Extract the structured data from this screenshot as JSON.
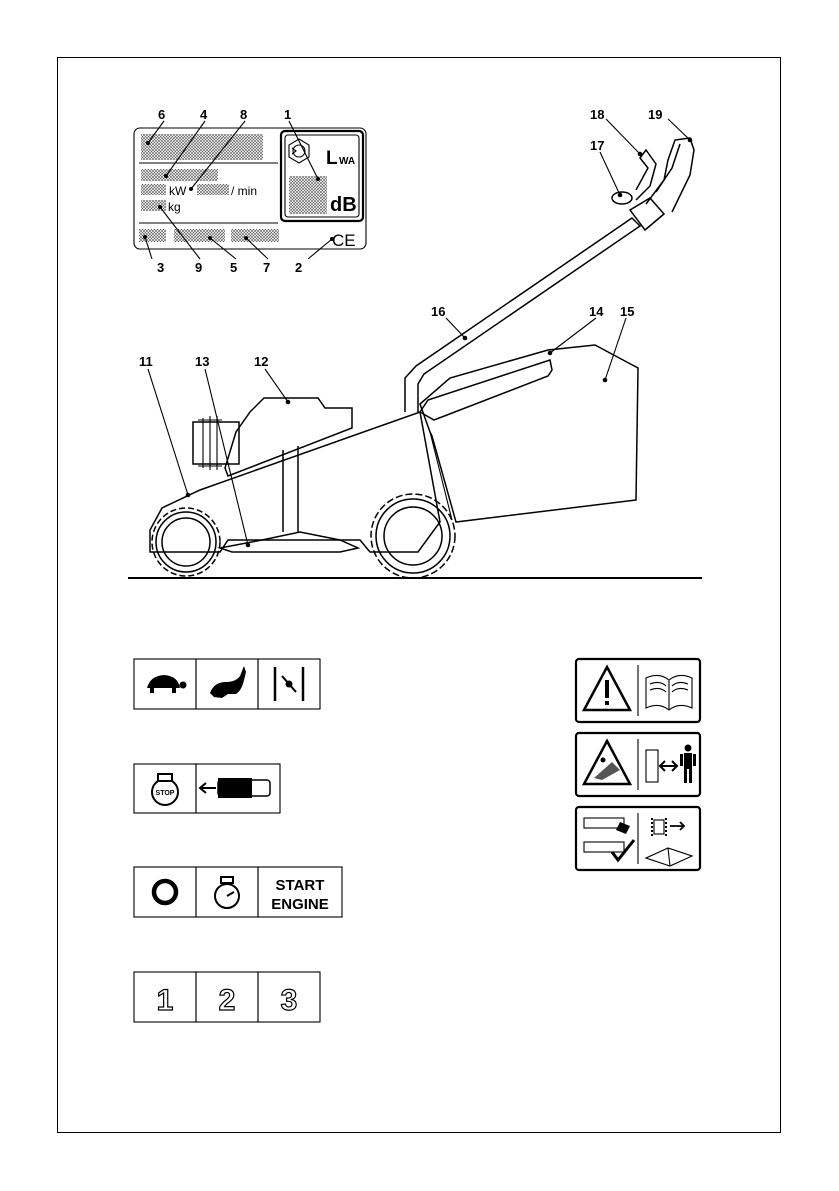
{
  "plate": {
    "units": {
      "kw": "kW",
      "rpm": "/ min",
      "kg": "kg",
      "lwa_main": "L",
      "lwa_sub": "WA",
      "db": "dB",
      "ce": "CE"
    }
  },
  "callouts": [
    "1",
    "2",
    "3",
    "4",
    "5",
    "6",
    "7",
    "8",
    "9",
    "11",
    "12",
    "13",
    "14",
    "15",
    "16",
    "17",
    "18",
    "19"
  ],
  "symbols": {
    "start_engine_line1": "START",
    "start_engine_line2": "ENGINE",
    "stop_label": "STOP",
    "numbers": [
      "1",
      "2",
      "3"
    ]
  },
  "colors": {
    "ink": "#000000",
    "paper": "#ffffff",
    "hatch": "#6e6e6e"
  }
}
